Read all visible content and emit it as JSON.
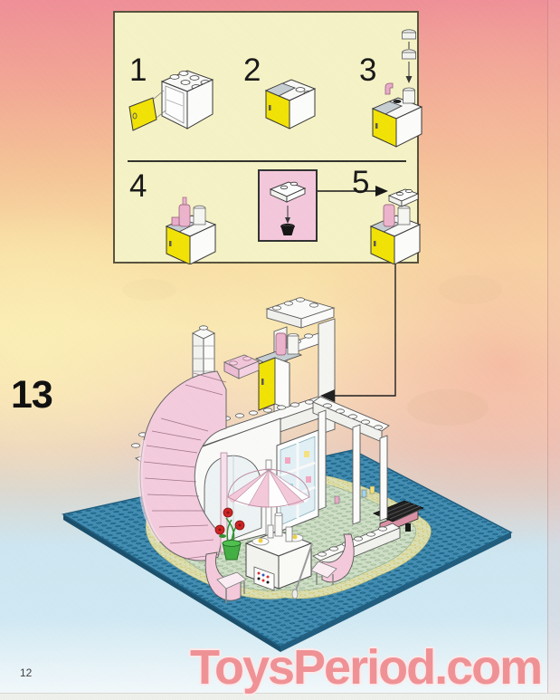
{
  "page": {
    "step_number": "13",
    "page_number": "12",
    "watermark_text": "ToysPeriod.com"
  },
  "inset_panel": {
    "substep_labels": [
      "1",
      "2",
      "3",
      "4",
      "5"
    ],
    "colors": {
      "panel_background": "#f6f3c6",
      "panel_border": "#55503a",
      "highlight_box_background": "#f5c7db",
      "cabinet_door_yellow": "#f2e300"
    }
  },
  "illustration": {
    "colors": {
      "baseplate_blue": "#3e8ab1",
      "baseplate_stud_teal": "#1d6f94",
      "lawn_green": "#cfdfc6",
      "path_sand": "#e9e49b",
      "staircase_pink": "#f4cbdd",
      "brick_white": "#fbfbf9",
      "watermark_pink": "#f08a8e"
    },
    "elements": [
      "blue-baseplate",
      "lawn",
      "sand-path",
      "spiral-staircase",
      "stud-wall",
      "archway",
      "window",
      "colonnade",
      "tower-with-cabinet",
      "chimney",
      "parasol",
      "flower-pot",
      "dining-table",
      "chairs",
      "barbecue-grill",
      "callout-arrow"
    ]
  }
}
